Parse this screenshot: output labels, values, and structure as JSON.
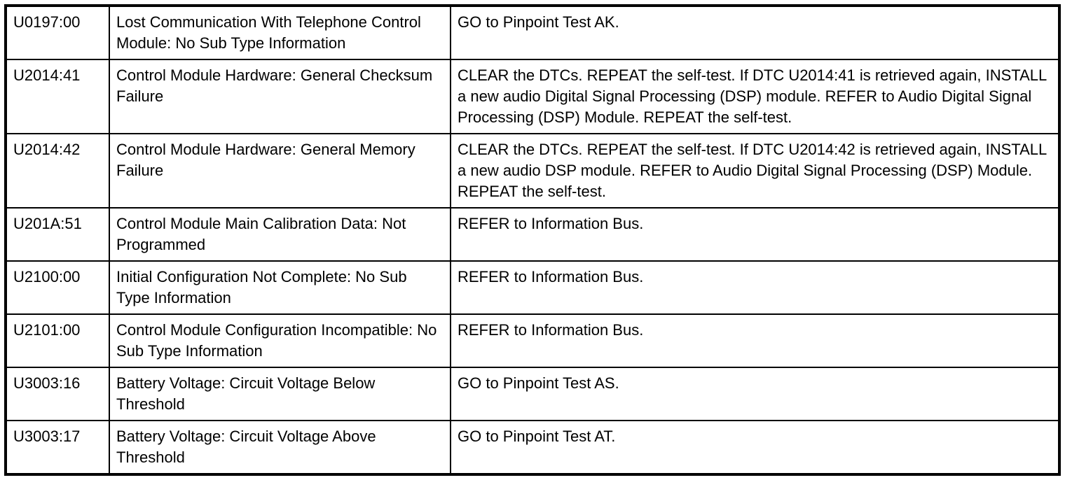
{
  "colors": {
    "border": "#000000",
    "background": "#ffffff",
    "text": "#000000"
  },
  "dtc_table": {
    "columns": [
      "dtc_code",
      "description",
      "action"
    ],
    "rows": [
      {
        "code": "U0197:00",
        "description": "Lost Communication With Telephone Control Module: No Sub Type Information",
        "action": "GO to Pinpoint Test AK."
      },
      {
        "code": "U2014:41",
        "description": "Control Module Hardware: General Checksum Failure",
        "action": "CLEAR the DTCs. REPEAT the self-test. If DTC U2014:41 is retrieved again, INSTALL a new audio Digital Signal Processing (DSP) module. REFER to Audio Digital Signal Processing (DSP) Module. REPEAT the self-test."
      },
      {
        "code": "U2014:42",
        "description": "Control Module Hardware: General Memory Failure",
        "action": "CLEAR the DTCs. REPEAT the self-test. If DTC U2014:42 is retrieved again, INSTALL a new audio DSP module. REFER to Audio Digital Signal Processing (DSP) Module. REPEAT the self-test."
      },
      {
        "code": "U201A:51",
        "description": "Control Module Main Calibration Data: Not Programmed",
        "action": "REFER to Information Bus."
      },
      {
        "code": "U2100:00",
        "description": "Initial Configuration Not Complete: No Sub Type Information",
        "action": "REFER to Information Bus."
      },
      {
        "code": "U2101:00",
        "description": "Control Module Configuration Incompatible: No Sub Type Information",
        "action": "REFER to Information Bus."
      },
      {
        "code": "U3003:16",
        "description": "Battery Voltage: Circuit Voltage Below Threshold",
        "action": "GO to Pinpoint Test AS."
      },
      {
        "code": "U3003:17",
        "description": "Battery Voltage: Circuit Voltage Above Threshold",
        "action": "GO to Pinpoint Test AT."
      }
    ]
  }
}
